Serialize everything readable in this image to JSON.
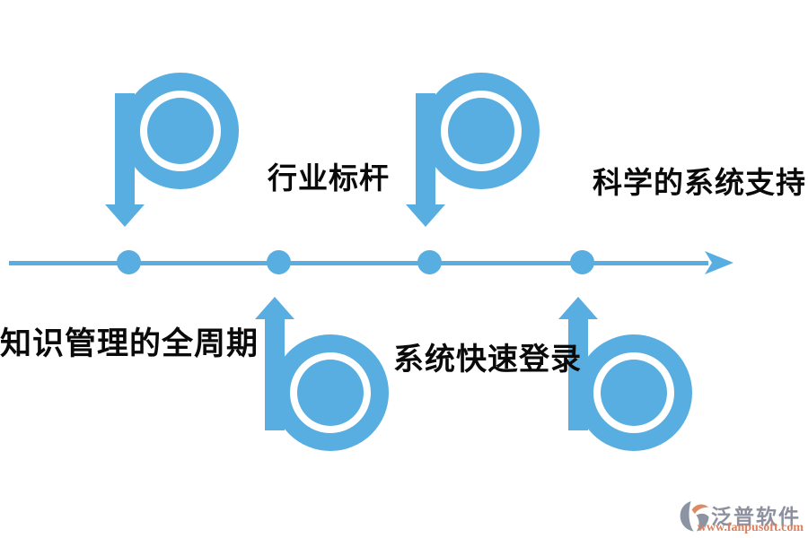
{
  "diagram": {
    "type": "horizontal-timeline",
    "background_color": "#FFFFFF",
    "accent_color": "#58AEE0",
    "text_color": "#0A0A0A",
    "timeline": {
      "direction": "left-to-right",
      "dot_count": 4,
      "has_right_arrowhead": true
    },
    "milestones": [
      {
        "label": "知识管理的全周期",
        "icon": "spiral-arrow-down",
        "icon_side": "above-line",
        "label_side": "below-line"
      },
      {
        "label": "行业标杆",
        "icon": "spiral-arrow-up",
        "icon_side": "below-line",
        "label_side": "above-line"
      },
      {
        "label": "系统快速登录",
        "icon": "spiral-arrow-down",
        "icon_side": "above-line",
        "label_side": "below-line"
      },
      {
        "label": "科学的系统支持",
        "icon": "spiral-arrow-up",
        "icon_side": "below-line",
        "label_side": "above-line"
      }
    ]
  },
  "watermark": {
    "brand": "泛普软件",
    "url": "www.fanpusoft.com",
    "brand_color": "#8E909E",
    "url_color": "#DE805F",
    "logo_gray": "#8C93A3",
    "logo_orange": "#DE8A64"
  }
}
